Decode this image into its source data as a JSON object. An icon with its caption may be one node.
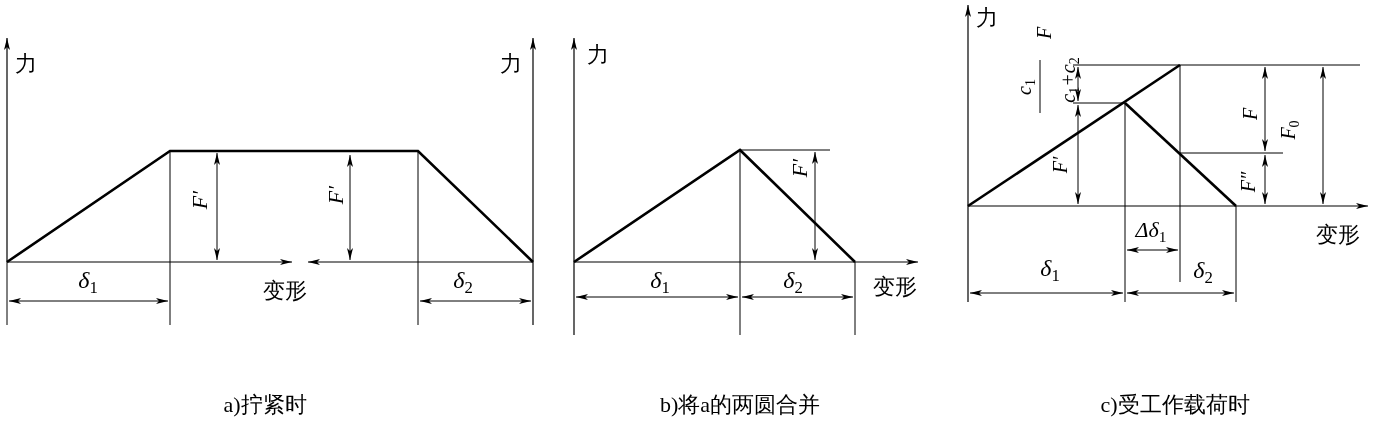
{
  "diagram": {
    "labels": [
      "力",
      "力",
      "F′",
      "F′",
      "δ$_{1}$",
      "变形",
      "δ$_{2}$",
      "a)拧紧时",
      "力",
      "F′",
      "δ$_{1}$",
      "δ$_{2}$",
      "变形",
      "b)将a的两圆合并",
      "力",
      "F",
      "c$_{1}$",
      "c$_{1}$+c$_{2}$",
      "F",
      "F$_{0}$",
      "F′",
      "F″",
      "Δδ$_{1}$",
      "变形",
      "δ$_{1}$",
      "δ$_{2}$",
      "c)受工作载荷时"
    ]
  }
}
